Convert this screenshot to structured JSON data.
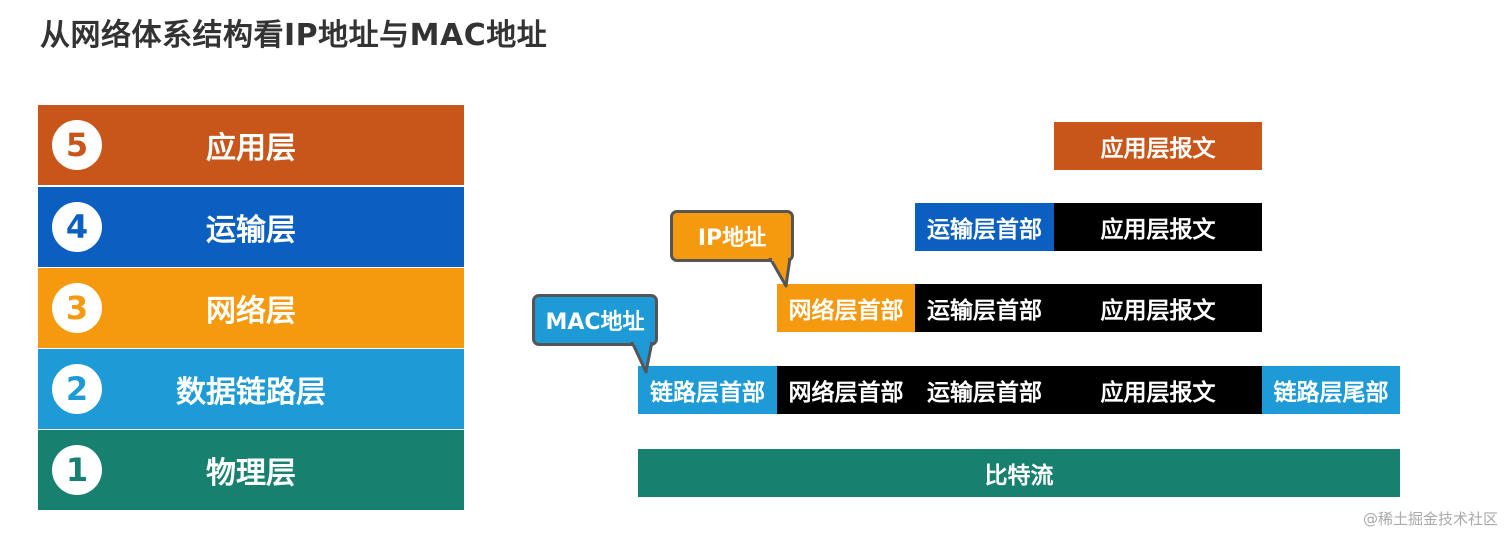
{
  "title": "从网络体系结构看IP地址与MAC地址",
  "colors": {
    "application": "#c8561a",
    "transport": "#0a5fc0",
    "network": "#f5990e",
    "datalink": "#1e9bd6",
    "physical": "#17806e",
    "black": "#000000"
  },
  "layers": [
    {
      "num": "5",
      "label": "应用层"
    },
    {
      "num": "4",
      "label": "运输层"
    },
    {
      "num": "3",
      "label": "网络层"
    },
    {
      "num": "2",
      "label": "数据链路层"
    },
    {
      "num": "1",
      "label": "物理层"
    }
  ],
  "encapsulation": {
    "app_message": "应用层报文",
    "transport_header": "运输层首部",
    "network_header": "网络层首部",
    "datalink_header": "链路层首部",
    "datalink_trailer": "链路层尾部",
    "bitstream": "比特流"
  },
  "callouts": {
    "ip": "IP地址",
    "mac": "MAC地址"
  },
  "watermark": "@稀土掘金技术社区"
}
